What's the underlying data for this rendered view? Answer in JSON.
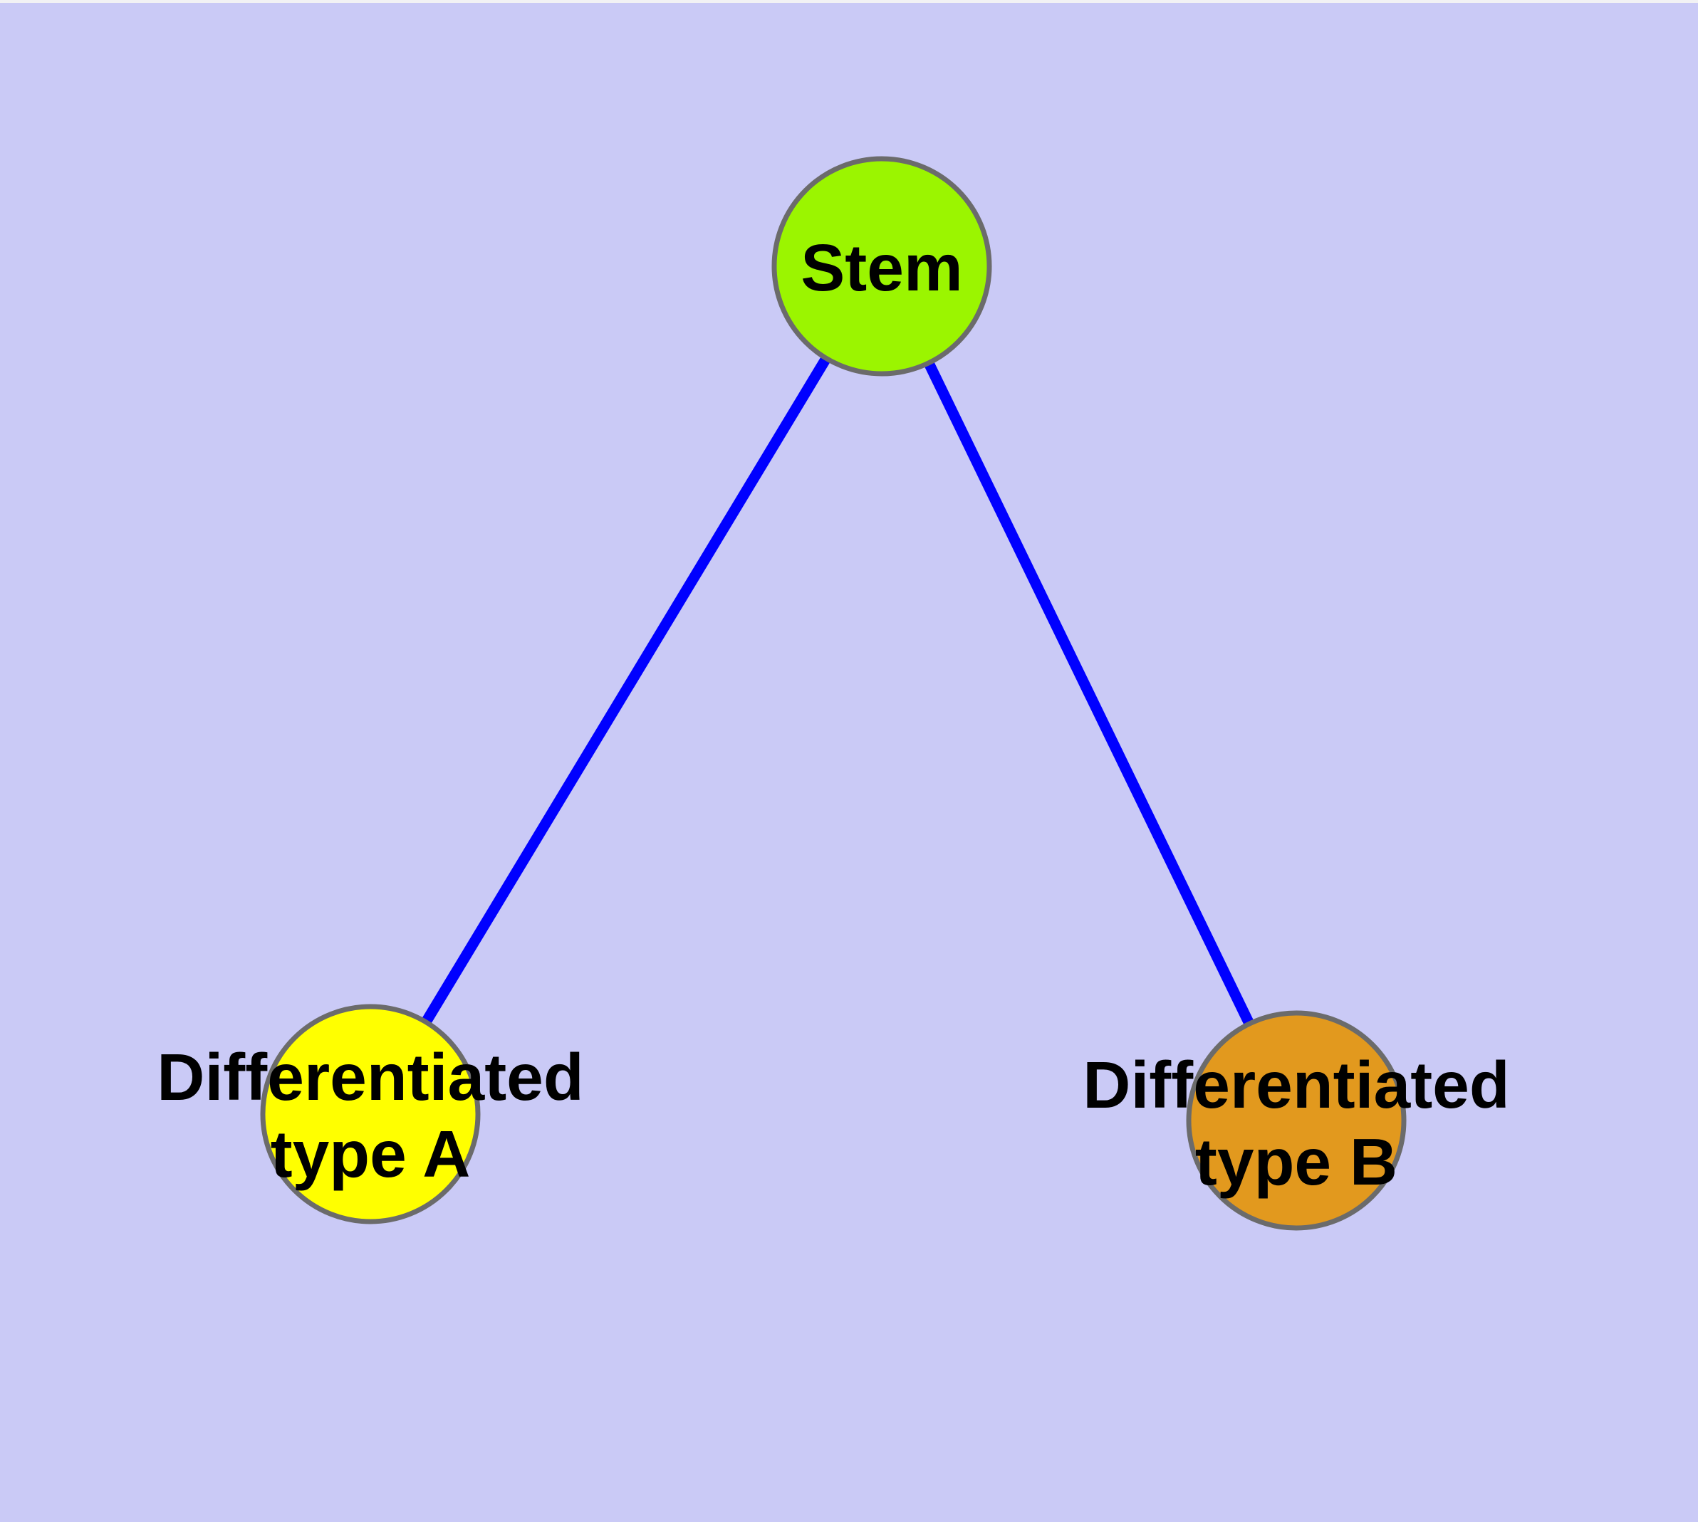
{
  "figure": {
    "background_color": "#CACAF6",
    "top_edge_strip_color": "#F2F2F4",
    "text_color": "#000000"
  },
  "diagram": {
    "type": "graph",
    "nodes": [
      {
        "id": "stem",
        "label": "Stem",
        "label_lines": [
          "Stem"
        ],
        "shape": "circle",
        "fill": "#9BF500",
        "border_color": "#6B6B6B"
      },
      {
        "id": "differentiated-type-a",
        "label": "Differentiated type A",
        "label_lines": [
          "Differentiated",
          "type A"
        ],
        "shape": "circle",
        "fill": "#FFFF00",
        "border_color": "#6B6B6B"
      },
      {
        "id": "differentiated-type-b",
        "label": "Differentiated type B",
        "label_lines": [
          "Differentiated",
          "type B"
        ],
        "shape": "circle",
        "fill": "#E2991E",
        "border_color": "#6B6B6B"
      }
    ],
    "edges": [
      {
        "from": "stem",
        "to": "differentiated-type-a",
        "color": "#0000FF"
      },
      {
        "from": "stem",
        "to": "differentiated-type-b",
        "color": "#0000FF"
      }
    ]
  }
}
